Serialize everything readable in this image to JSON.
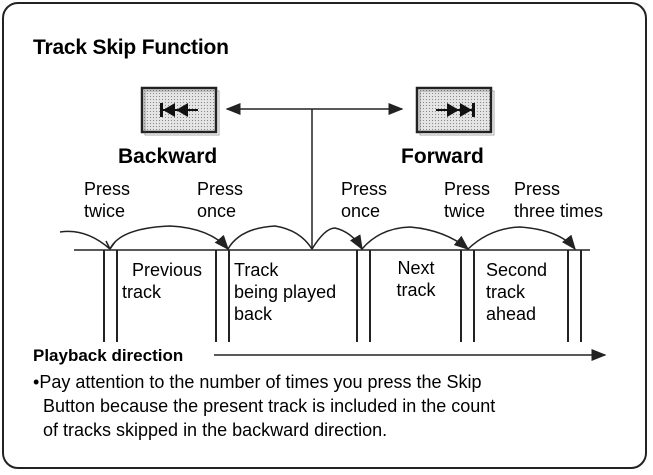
{
  "title": "Track Skip Function",
  "buttons": {
    "backward": {
      "label": "Backward",
      "icon": "skip-backward-icon"
    },
    "forward": {
      "label": "Forward",
      "icon": "skip-forward-icon"
    }
  },
  "press_labels": {
    "back_twice": [
      "Press",
      "twice"
    ],
    "back_once": [
      "Press",
      "once"
    ],
    "fwd_once": [
      "Press",
      "once"
    ],
    "fwd_twice": [
      "Press",
      "twice"
    ],
    "fwd_three": [
      "Press",
      "three times"
    ]
  },
  "tracks": {
    "previous": [
      "Previous",
      "track"
    ],
    "current": [
      "Track",
      "being played",
      "back"
    ],
    "next": [
      "Next",
      "track"
    ],
    "second": [
      "Second",
      "track",
      "ahead"
    ]
  },
  "playback_direction": "Playback direction",
  "note": {
    "bullet": "•",
    "lines": [
      "Pay attention to the number of times you press the Skip",
      "Button because the present track is included in the count",
      "of tracks skipped in the backward direction."
    ]
  },
  "colors": {
    "line": "#222222",
    "button_fill": "#d8d8d8"
  }
}
